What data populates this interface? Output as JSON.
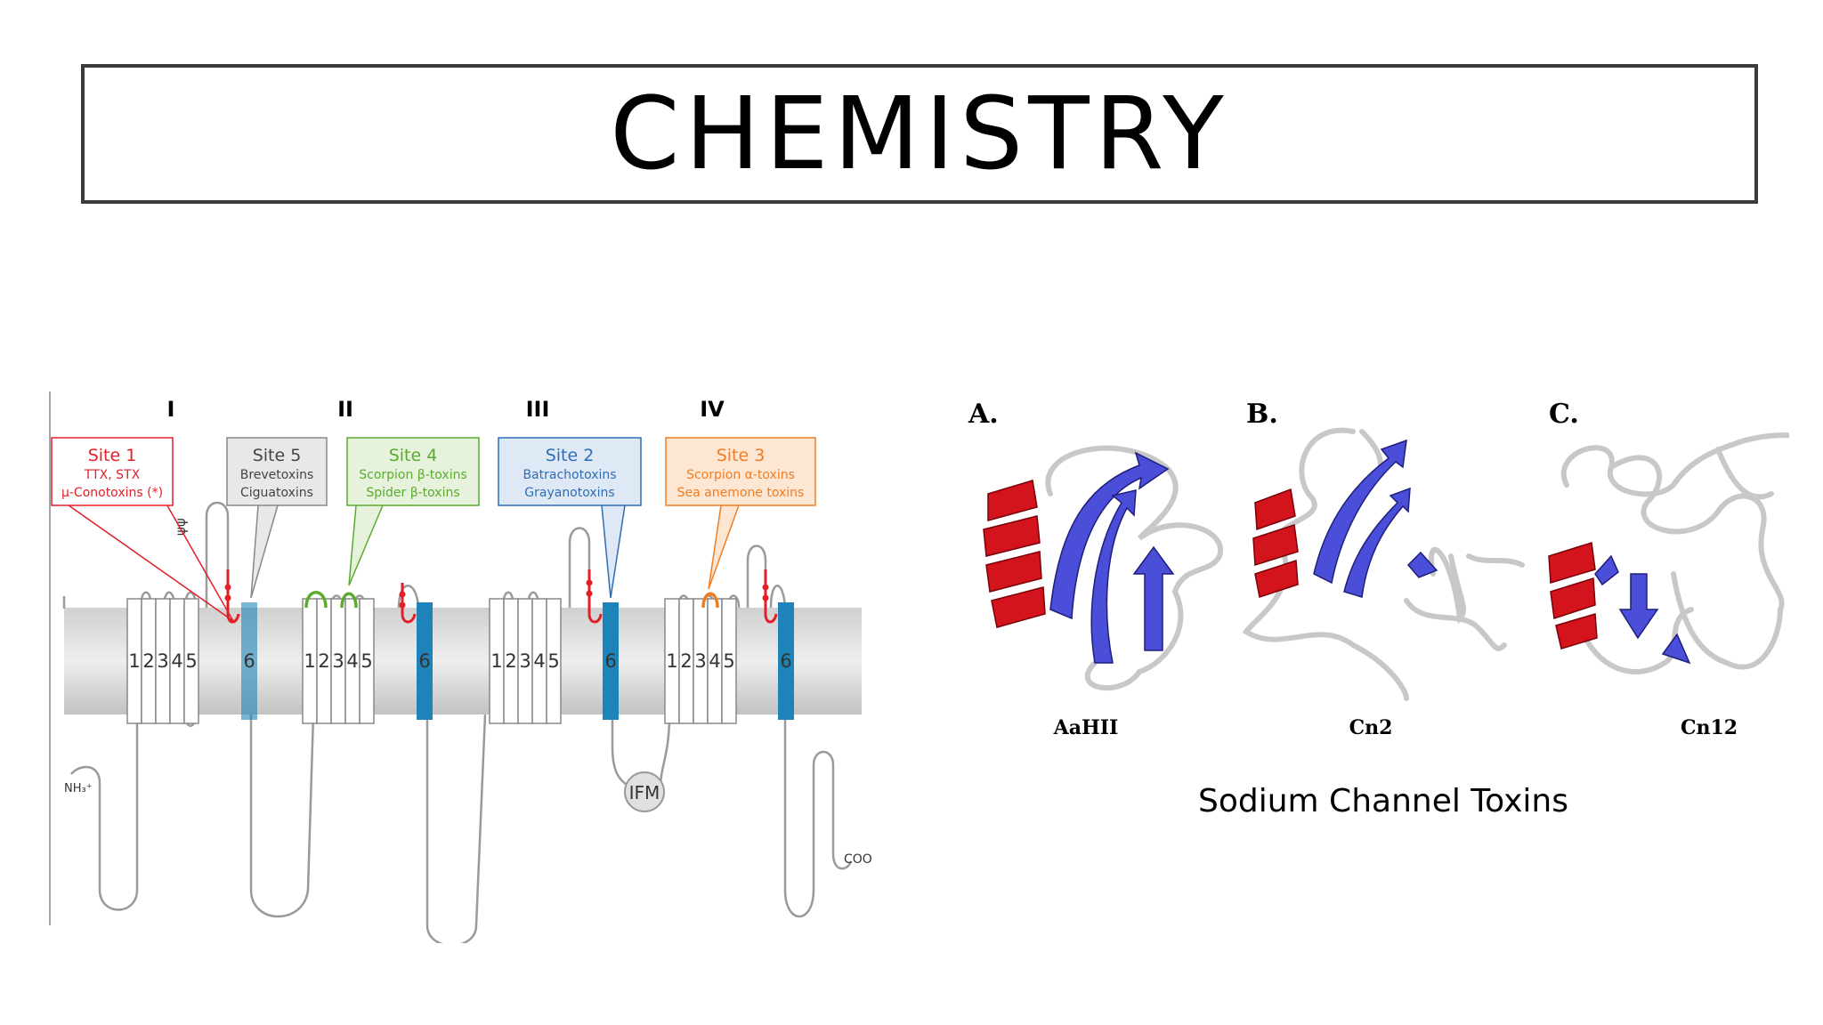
{
  "slide": {
    "title": "CHEMISTRY",
    "caption": "Sodium Channel Toxins"
  },
  "channel": {
    "domains": [
      "I",
      "II",
      "III",
      "IV"
    ],
    "segments": [
      "1",
      "2",
      "3",
      "4",
      "5"
    ],
    "pore_segment": "6",
    "site1": {
      "title": "Site 1",
      "line1": "TTX, STX",
      "line2": "µ-Conotoxins (*)"
    },
    "site5": {
      "title": "Site 5",
      "line1": "Brevetoxins",
      "line2": "Ciguatoxins"
    },
    "site4": {
      "title": "Site 4",
      "line1": "Scorpion β-toxins",
      "line2": "Spider β-toxins"
    },
    "site2": {
      "title": "Site 2",
      "line1": "Batrachotoxins",
      "line2": "Grayanotoxins"
    },
    "site3": {
      "title": "Site 3",
      "line1": "Scorpion α-toxins",
      "line2": "Sea anemone toxins"
    },
    "ifm": "IFM",
    "psi": "ψψ",
    "nh3": "NH₃⁺",
    "coo": "COO"
  },
  "toxins": {
    "a": {
      "letter": "A.",
      "name": "AaHII"
    },
    "b": {
      "letter": "B.",
      "name": "Cn2"
    },
    "c": {
      "letter": "C.",
      "name": "Cn12"
    }
  },
  "colors": {
    "site1": "#e41e26",
    "site5": "#555555",
    "site4": "#5aab2e",
    "site2": "#2e6db5",
    "site3": "#ef7d22",
    "pore": "#1d83b8",
    "helix": "#d4141c",
    "strand": "#4a4ed8",
    "coil": "#c8c8c8"
  }
}
